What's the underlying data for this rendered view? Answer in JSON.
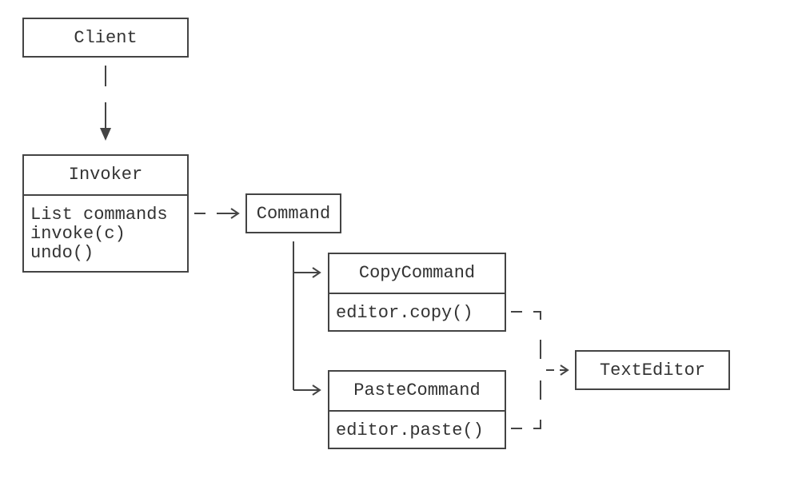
{
  "nodes": {
    "client": {
      "title": "Client"
    },
    "invoker": {
      "title": "Invoker",
      "lines": [
        "List commands",
        "invoke(c)",
        "undo()"
      ]
    },
    "command": {
      "title": "Command"
    },
    "copy_command": {
      "title": "CopyCommand",
      "lines": [
        "editor.copy()"
      ]
    },
    "paste_command": {
      "title": "PasteCommand",
      "lines": [
        "editor.paste()"
      ]
    },
    "text_editor": {
      "title": "TextEditor"
    }
  },
  "colors": {
    "stroke": "#444444",
    "text": "#333333",
    "background": "#ffffff"
  }
}
